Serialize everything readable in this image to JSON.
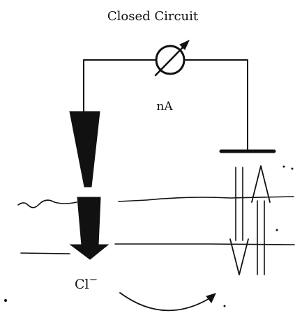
{
  "title": "Closed Circuit",
  "meter_label": "nA",
  "ion_main": "Cl",
  "ion_charge": "−",
  "colors": {
    "ink": "#111111",
    "background": "#ffffff"
  },
  "icons": [
    "ammeter-icon",
    "electrode-tip-icon",
    "current-arrow-icon"
  ]
}
